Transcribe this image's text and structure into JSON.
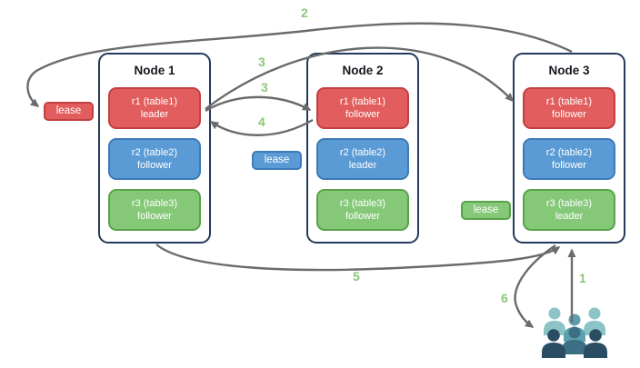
{
  "nodes": [
    {
      "title": "Node 1",
      "replicas": [
        {
          "name": "r1 (table1)",
          "role": "leader"
        },
        {
          "name": "r2 (table2)",
          "role": "follower"
        },
        {
          "name": "r3 (table3)",
          "role": "follower"
        }
      ]
    },
    {
      "title": "Node 2",
      "replicas": [
        {
          "name": "r1 (table1)",
          "role": "follower"
        },
        {
          "name": "r2 (table2)",
          "role": "leader"
        },
        {
          "name": "r3 (table3)",
          "role": "follower"
        }
      ]
    },
    {
      "title": "Node 3",
      "replicas": [
        {
          "name": "r1 (table1)",
          "role": "follower"
        },
        {
          "name": "r2 (table2)",
          "role": "follower"
        },
        {
          "name": "r3 (table3)",
          "role": "leader"
        }
      ]
    }
  ],
  "leases": {
    "red": "lease",
    "blue": "lease",
    "green": "lease"
  },
  "steps": {
    "s1": "1",
    "s2": "2",
    "s3a": "3",
    "s3b": "3",
    "s4": "4",
    "s5": "5",
    "s6": "6"
  },
  "icons": {
    "clients": "users-group-icon"
  },
  "colors": {
    "replica_red": "#e25d5d",
    "replica_red_border": "#c24040",
    "replica_blue": "#5b9bd5",
    "replica_blue_border": "#3d7ab7",
    "replica_green": "#85c878",
    "replica_green_border": "#58a349",
    "node_border": "#233a5c",
    "arrow": "#6b6b6b",
    "step_label": "#8cc57a",
    "people_light": "#8cc3c6",
    "people_medium_light": "#5d9fae",
    "people_medium_dark": "#3c6e84",
    "people_dark": "#2a4d63"
  }
}
